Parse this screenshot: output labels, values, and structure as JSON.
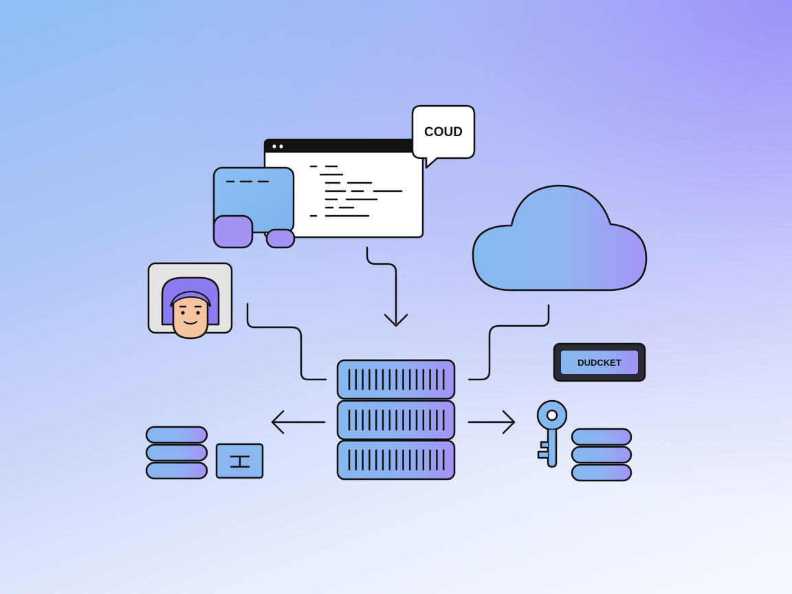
{
  "bubble": {
    "text": "COUD"
  },
  "badge": {
    "text": "DUDCKET"
  },
  "colors": {
    "stroke": "#111111",
    "blue": "#86b8f0",
    "purple": "#a393f4",
    "window_bar": "#111111",
    "avatar_hair": "#8a7cf0",
    "skin": "#f6c3a0"
  },
  "icons": [
    "chat-bubble-icon",
    "code-window-icon",
    "message-panel-icon",
    "cloud-icon",
    "user-avatar-icon",
    "server-stack-icon",
    "database-icon",
    "terminal-card-icon",
    "key-icon",
    "database-icon-right",
    "arrow-left-icon",
    "arrow-right-icon",
    "arrow-down-icon"
  ]
}
